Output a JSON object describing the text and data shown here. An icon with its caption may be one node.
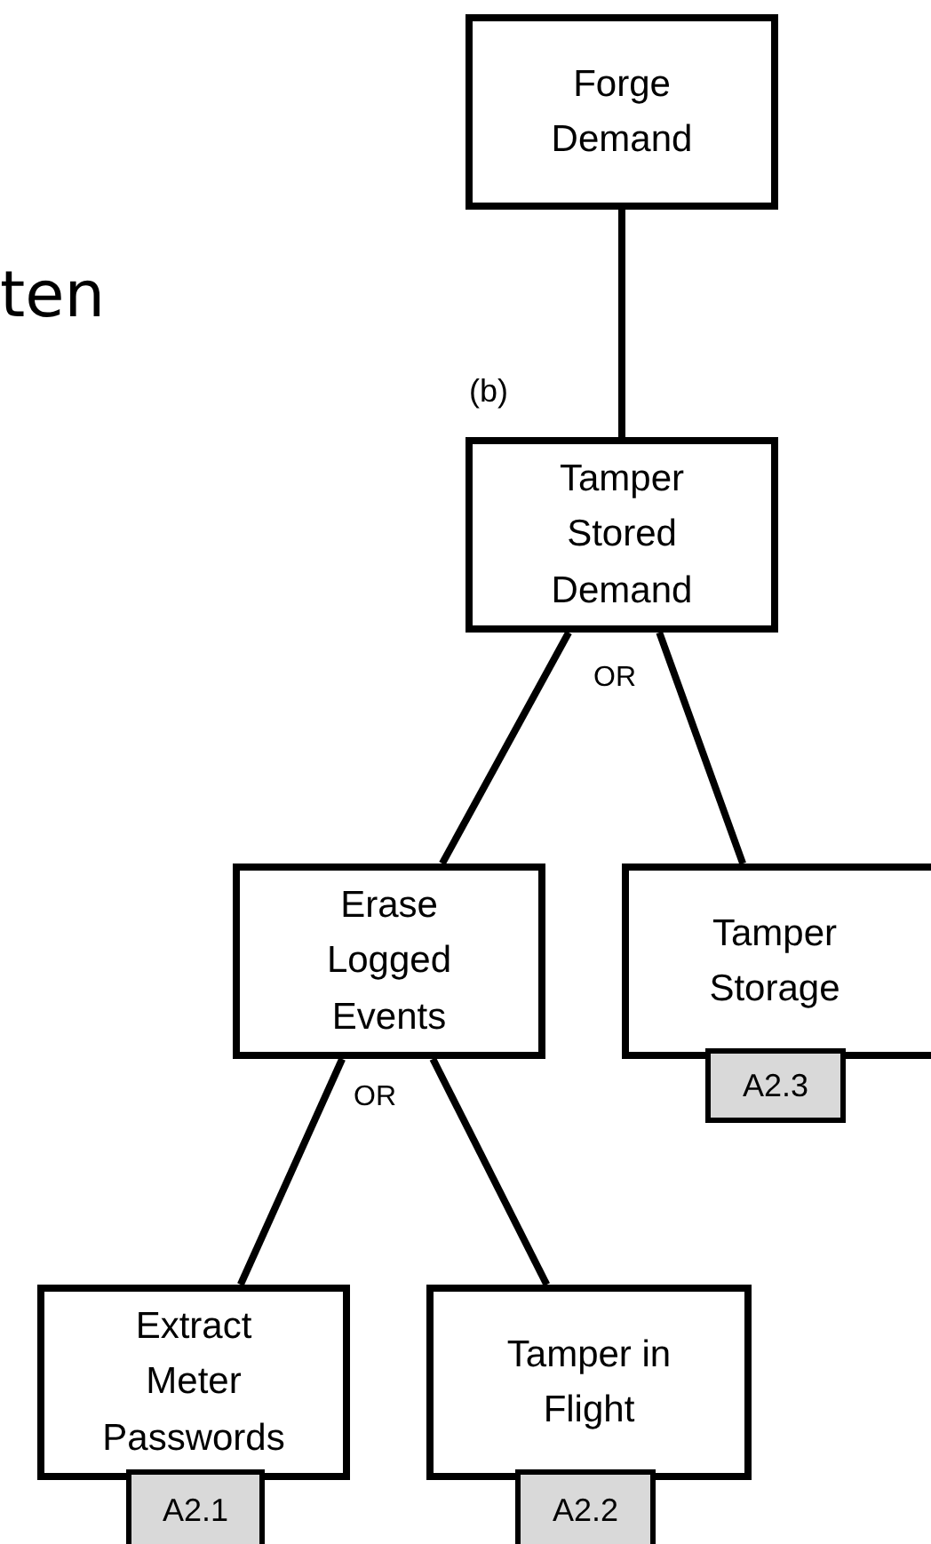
{
  "diagram": {
    "nodes": [
      {
        "text": [
          "Forge Demand"
        ]
      },
      {
        "text": [
          "Tamper Stored Demand"
        ],
        "beside": [
          "(b)"
        ]
      },
      {
        "text": [
          "Erase Logged Events"
        ]
      },
      {
        "text": [
          "Tamper Storage"
        ]
      },
      {
        "text": [
          "A2.3"
        ]
      },
      {
        "text": [
          "Extract Meter Passwords"
        ]
      },
      {
        "text": [
          "A2.1"
        ]
      },
      {
        "text": [
          "Tamper in Flight"
        ]
      },
      {
        "text": [
          "A2.2"
        ]
      }
    ],
    "edges": [
      {
        "from": 0,
        "to": 1,
        "arrow": "none"
      },
      {
        "from": 1,
        "to": 2,
        "arrow": "none"
      },
      {
        "from": 1,
        "to": 3,
        "arrow": "none"
      },
      {
        "from": 2,
        "to": 5,
        "arrow": "none"
      },
      {
        "from": 2,
        "to": 7,
        "arrow": "none"
      }
    ],
    "labels": [
      "ten",
      "OR",
      "OR"
    ]
  }
}
